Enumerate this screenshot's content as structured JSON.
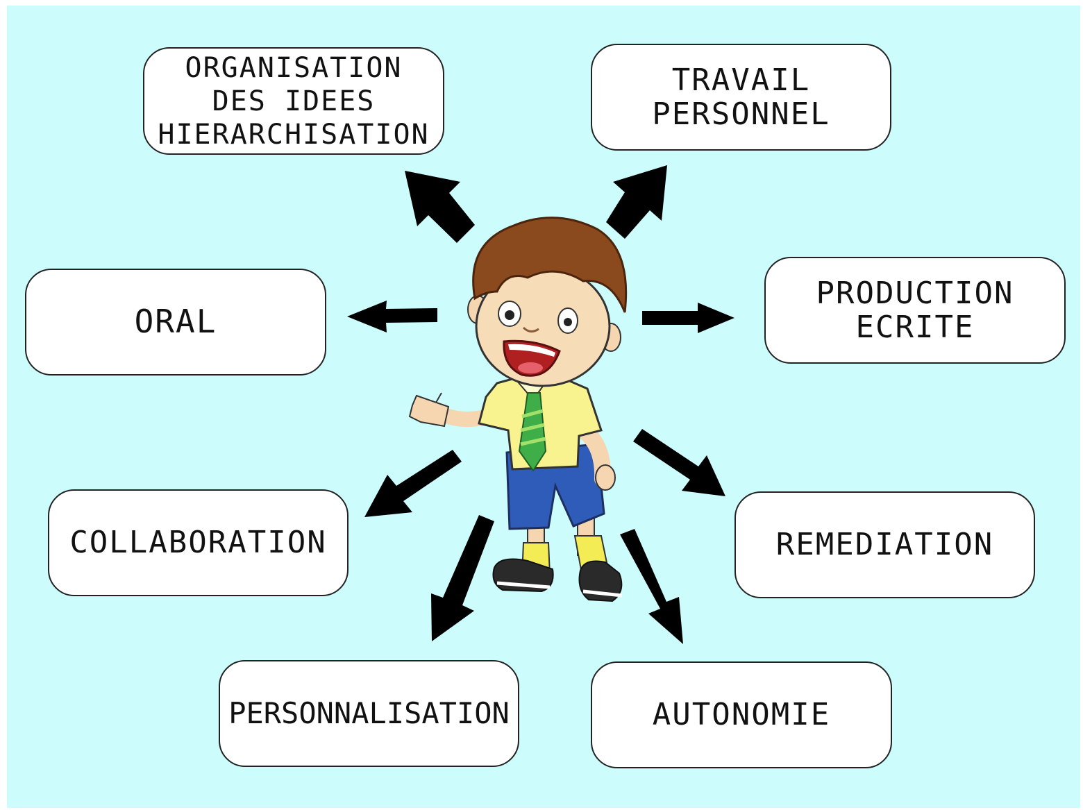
{
  "boxes": {
    "organisation": {
      "lines": [
        "ORGANISATION",
        "DES IDEES",
        "HIERARCHISATION"
      ]
    },
    "travail": {
      "lines": [
        "TRAVAIL",
        "PERSONNEL"
      ]
    },
    "oral": {
      "lines": [
        "ORAL"
      ]
    },
    "production": {
      "lines": [
        "PRODUCTION",
        "ECRITE"
      ]
    },
    "collaboration": {
      "lines": [
        "COLLABORATION"
      ]
    },
    "remediation": {
      "lines": [
        "REMEDIATION"
      ]
    },
    "personnalisation": {
      "lines": [
        "PERSONNALISATION"
      ]
    },
    "autonomie": {
      "lines": [
        "AUTONOMIE"
      ]
    }
  },
  "colors": {
    "background": "#ccfcfc",
    "box_fill": "#ffffff",
    "box_border": "#222222",
    "arrow": "#000000"
  },
  "icons": {
    "center": "cartoon-schoolboy",
    "arrow": "black-block-arrow"
  }
}
